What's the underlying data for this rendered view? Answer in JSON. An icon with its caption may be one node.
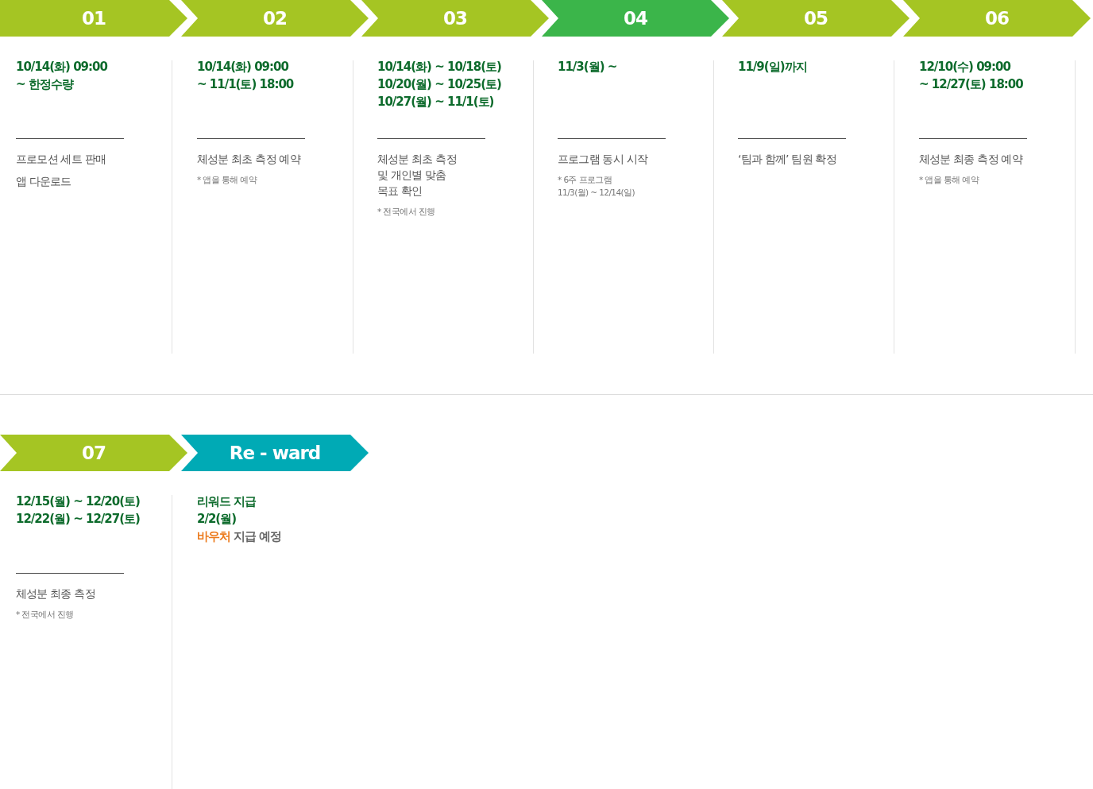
{
  "diagram": {
    "nodes": [
      {
        "text": [
          "01",
          "10/14(화) 09:00",
          "~ 한정수량",
          "프로모션 세트 판매",
          "앱 다운로드"
        ]
      },
      {
        "text": [
          "02",
          "10/14(화) 09:00",
          "~ 11/1(토) 18:00",
          "체성분 최초 측정 예약",
          "* 앱을 통해 예약"
        ]
      },
      {
        "text": [
          "03",
          "10/14(화) ~ 10/18(토)",
          "10/20(월) ~ 10/25(토)",
          "10/27(월) ~ 11/1(토)",
          "체성분 최초 측정 및 개인별 맞춤 목표 확인",
          "* 전국에서 진행"
        ]
      },
      {
        "text": [
          "04",
          "11/3(월) ~",
          "프로그램 동시 시작",
          "* 6주 프로그램",
          "11/3(월) ~ 12/14(일)"
        ]
      },
      {
        "text": [
          "05",
          "11/9(일)까지",
          "‘팀과 함께’ 팀원 확정"
        ]
      },
      {
        "text": [
          "06",
          "12/10(수) 09:00",
          "~ 12/27(토) 18:00",
          "체성분 최종 측정 예약",
          "* 앱을 통해 예약"
        ]
      },
      {
        "text": [
          "07",
          "12/15(월) ~ 12/20(토)",
          "12/22(월) ~ 12/27(토)",
          "체성분 최종 측정",
          "* 전국에서 진행"
        ]
      },
      {
        "text": [
          "Re - ward",
          "리워드 지급",
          "2/2(월)",
          "**바우처** 지급 예정"
        ]
      }
    ]
  }
}
